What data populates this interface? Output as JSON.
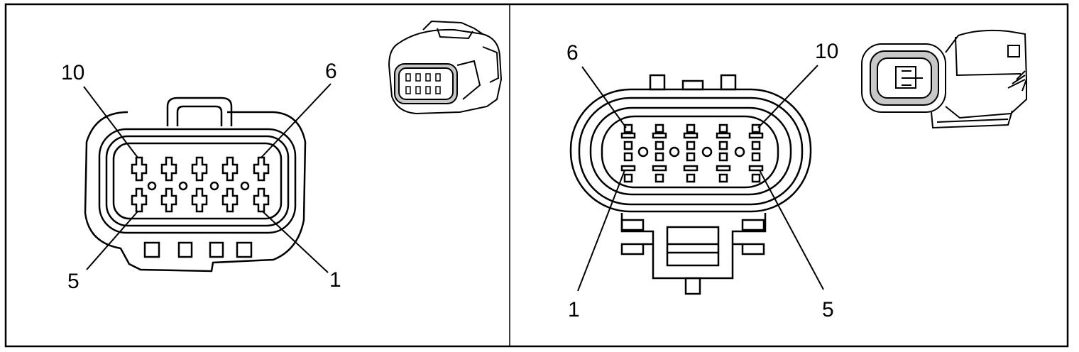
{
  "panels": [
    {
      "id": "left",
      "pin_labels": {
        "top_left": "10",
        "top_right": "6",
        "bottom_left": "5",
        "bottom_right": "1"
      }
    },
    {
      "id": "right",
      "pin_labels": {
        "top_left": "6",
        "top_right": "10",
        "bottom_left": "1",
        "bottom_right": "5"
      }
    }
  ],
  "colors": {
    "line": "#000000",
    "background": "#ffffff",
    "shade": "#c8c8c8"
  }
}
